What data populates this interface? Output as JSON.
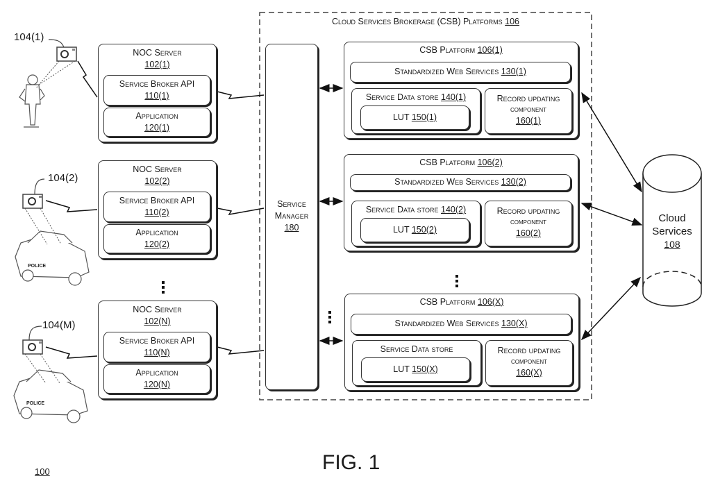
{
  "figure": {
    "title": "FIG. 1",
    "ref": "100"
  },
  "devices": [
    {
      "label": "104(1)",
      "type": "body-worn camera on officer"
    },
    {
      "label": "104(2)",
      "type": "dash camera on police car"
    },
    {
      "label": "104(M)",
      "type": "dash camera on police car"
    }
  ],
  "noc_servers": [
    {
      "title": "NOC Server",
      "ref": "102(1)",
      "api": "Service Broker API",
      "api_ref": "110(1)",
      "app": "Application",
      "app_ref": "120(1)"
    },
    {
      "title": "NOC Server",
      "ref": "102(2)",
      "api": "Service Broker API",
      "api_ref": "110(2)",
      "app": "Application",
      "app_ref": "120(2)"
    },
    {
      "title": "NOC Server",
      "ref": "102(N)",
      "api": "Service Broker API",
      "api_ref": "110(N)",
      "app": "Application",
      "app_ref": "120(N)"
    }
  ],
  "csb": {
    "title": "Cloud Services Brokerage (CSB) Platforms",
    "ref": "106",
    "service_manager": {
      "line1": "Service",
      "line2": "Manager",
      "ref": "180"
    },
    "platforms": [
      {
        "title": "CSB Platform",
        "ref": "106(1)",
        "web": "Standardized Web Services",
        "web_ref": "130(1)",
        "store": "Service Data store",
        "store_ref": "140(1)",
        "lut": "LUT",
        "lut_ref": "150(1)",
        "rec1": "Record updating",
        "rec2": "component",
        "rec_ref": "160(1)"
      },
      {
        "title": "CSB Platform",
        "ref": "106(2)",
        "web": "Standardized Web Services",
        "web_ref": "130(2)",
        "store": "Service Data store",
        "store_ref": "140(2)",
        "lut": "LUT",
        "lut_ref": "150(2)",
        "rec1": "Record updating",
        "rec2": "component",
        "rec_ref": "160(2)"
      },
      {
        "title": "CSB Platform",
        "ref": "106(X)",
        "web": "Standardized Web Services",
        "web_ref": "130(X)",
        "store": "Service Data store",
        "store_ref": "",
        "lut": "LUT",
        "lut_ref": "150(X)",
        "rec1": "Record updating",
        "rec2": "component",
        "rec_ref": "160(X)"
      }
    ]
  },
  "cloud": {
    "line1": "Cloud",
    "line2": "Services",
    "ref": "108"
  }
}
